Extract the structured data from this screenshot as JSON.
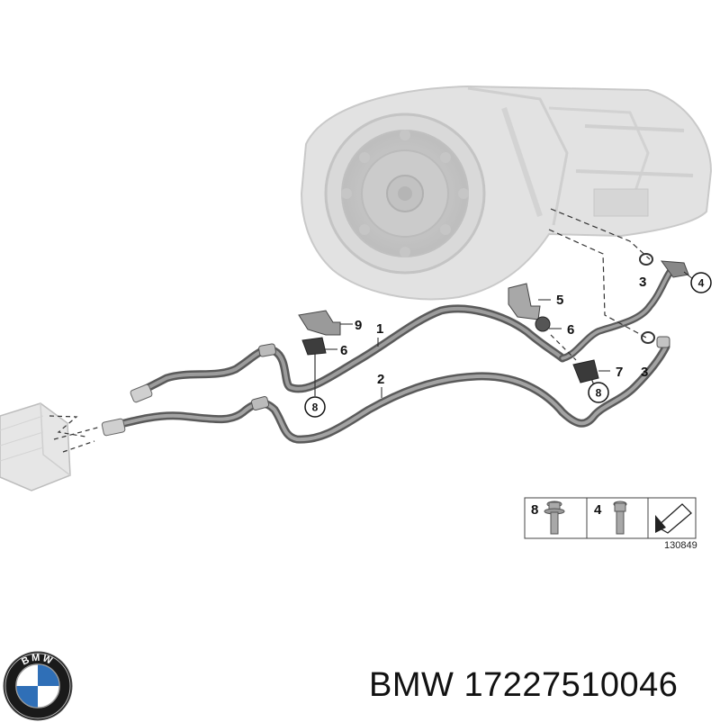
{
  "diagram": {
    "callouts": [
      "1",
      "2",
      "3",
      "3",
      "5",
      "6",
      "6",
      "7",
      "9"
    ],
    "circled_callouts": [
      "4",
      "8",
      "8"
    ],
    "legend": {
      "items": [
        "8",
        "4"
      ],
      "figure_number": "130849"
    }
  },
  "product": {
    "brand": "BMW",
    "part_number": "17227510046",
    "logo_letters": "BMW"
  },
  "colors": {
    "pipe": "#6a6a6a",
    "transmission": "#dcdcdc",
    "text": "#111111"
  }
}
